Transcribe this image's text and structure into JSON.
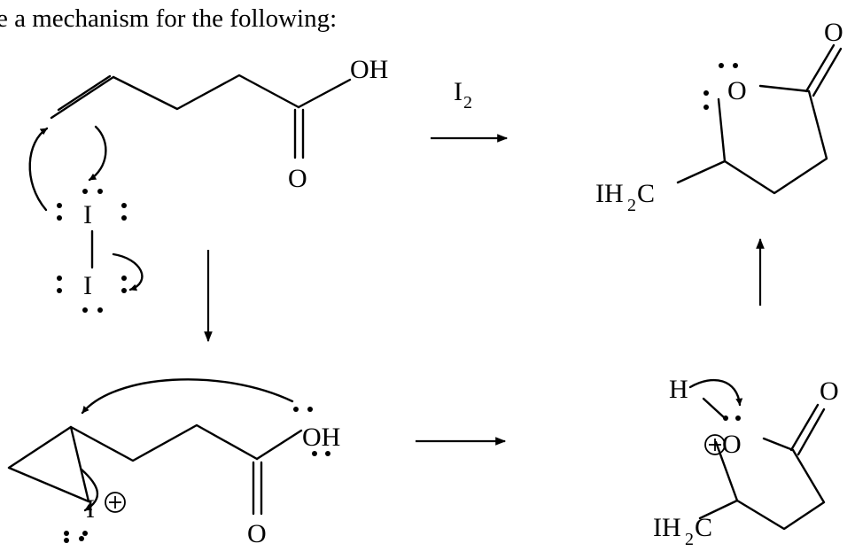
{
  "heading": "e a mechanism for the following:",
  "reagent": {
    "symbol": "I",
    "subscript": "2"
  },
  "starting_material": {
    "hydroxyl": "OH",
    "carbonyl_oxygen": "O",
    "iodine_top": "I",
    "iodine_bottom": "I"
  },
  "iodonium_intermediate": {
    "iodine": "I",
    "hydroxyl": "OH",
    "carbonyl_oxygen": "O"
  },
  "oxonium_intermediate": {
    "hydrogen": "H",
    "ring_oxygen": "O",
    "carbonyl_oxygen": "O",
    "substituent": "IH",
    "substituent_subscript": "2",
    "substituent_end": "C"
  },
  "product": {
    "ring_oxygen": "O",
    "carbonyl_oxygen": "O",
    "substituent": "IH",
    "substituent_subscript": "2",
    "substituent_end": "C"
  }
}
